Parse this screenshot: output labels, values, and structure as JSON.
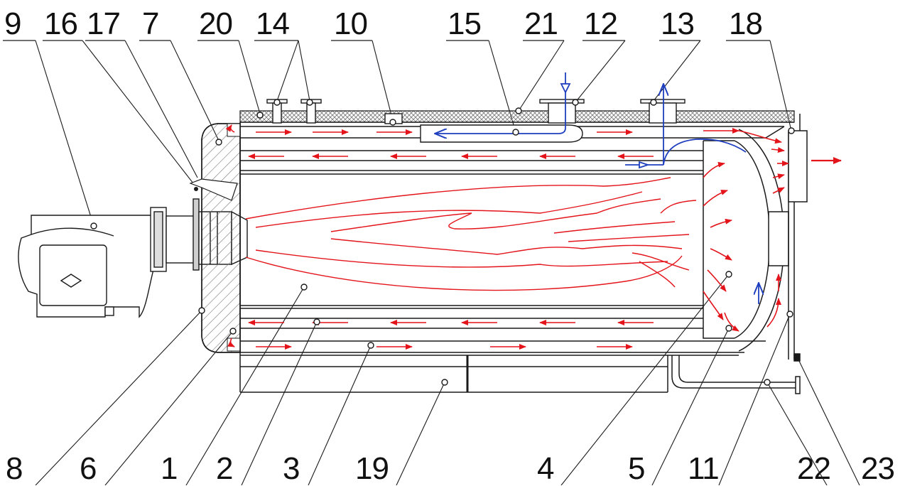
{
  "labels_top": [
    "9",
    "16",
    "17",
    "7",
    "20",
    "14",
    "10",
    "15",
    "21",
    "12",
    "13",
    "18"
  ],
  "labels_bottom": [
    "8",
    "6",
    "1",
    "2",
    "3",
    "19",
    "4",
    "5",
    "11",
    "22",
    "23"
  ],
  "colors": {
    "line": "#1a1a1a",
    "flow_hot": "#e4141b",
    "flow_cold": "#1f3fbf",
    "insulation": "#888888",
    "background": "#ffffff"
  }
}
